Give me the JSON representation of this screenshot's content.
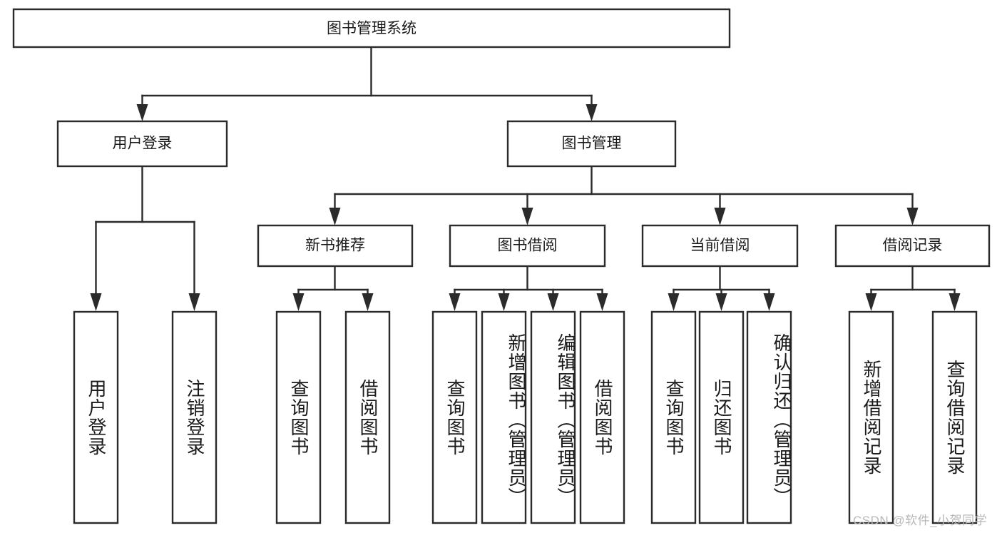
{
  "diagram": {
    "type": "tree",
    "title_node": {
      "label": "图书管理系统"
    },
    "level2": [
      {
        "label": "用户登录"
      },
      {
        "label": "图书管理"
      }
    ],
    "level3": [
      {
        "label": "新书推荐"
      },
      {
        "label": "图书借阅"
      },
      {
        "label": "当前借阅"
      },
      {
        "label": "借阅记录"
      }
    ],
    "leaves": {
      "user_login": [
        {
          "label": "用户登录"
        },
        {
          "label": "注销登录"
        }
      ],
      "new_book_recommend": [
        {
          "label": "查询图书"
        },
        {
          "label": "借阅图书"
        }
      ],
      "book_borrow": [
        {
          "label": "查询图书"
        },
        {
          "label": "新增图书（管理员）"
        },
        {
          "label": "编辑图书（管理员）"
        },
        {
          "label": "借阅图书"
        }
      ],
      "current_borrow": [
        {
          "label": "查询图书"
        },
        {
          "label": "归还图书"
        },
        {
          "label": "确认归还（管理员）"
        }
      ],
      "borrow_record": [
        {
          "label": "新增借阅记录"
        },
        {
          "label": "查询借阅记录"
        }
      ]
    }
  },
  "watermark": {
    "text": "CSDN @软件_小贺同学"
  },
  "colors": {
    "stroke": "#2b2b2b",
    "fill": "#ffffff",
    "text": "#1a1a1a",
    "watermark": "#b8b8b8"
  }
}
